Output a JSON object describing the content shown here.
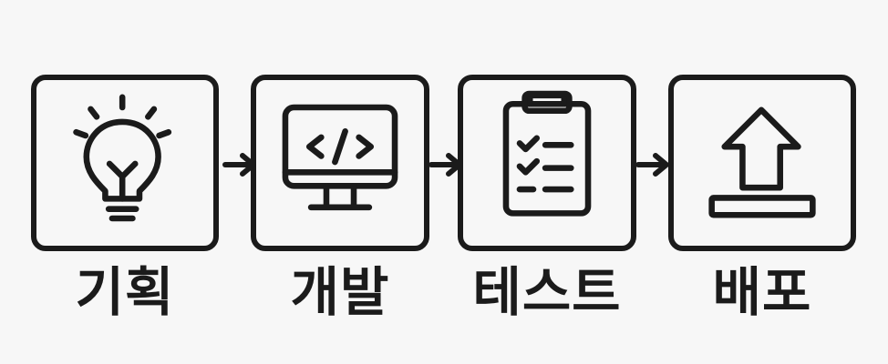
{
  "diagram": {
    "steps": [
      {
        "label": "기획",
        "icon": "lightbulb-icon"
      },
      {
        "label": "개발",
        "icon": "code-monitor-icon"
      },
      {
        "label": "테스트",
        "icon": "checklist-clipboard-icon"
      },
      {
        "label": "배포",
        "icon": "upload-icon"
      }
    ],
    "colors": {
      "stroke": "#1b1b1b",
      "background": "#f7f7f7"
    }
  }
}
